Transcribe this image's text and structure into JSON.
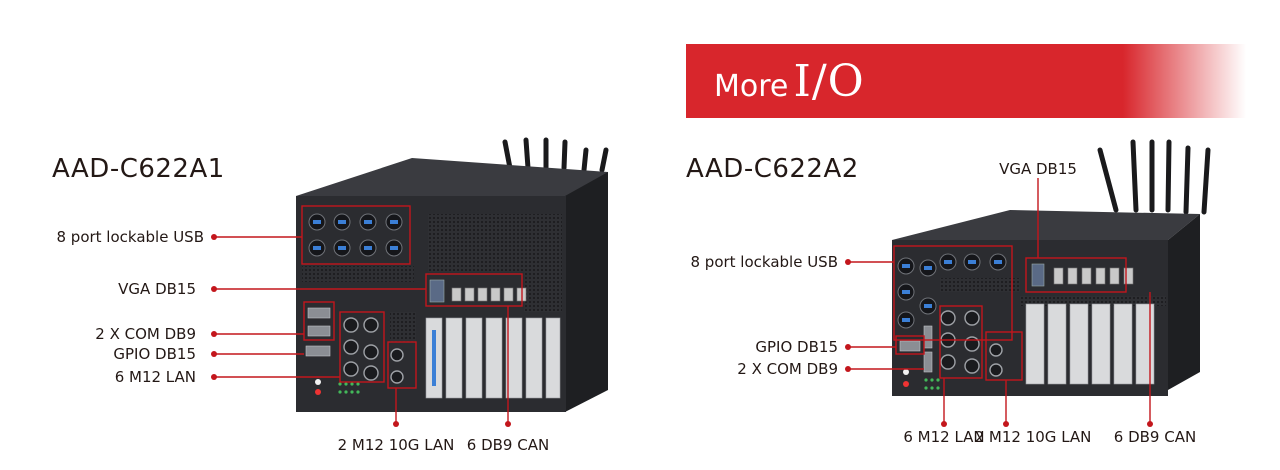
{
  "banner": {
    "word": "More",
    "io": "I/O",
    "color": "#d8262c"
  },
  "left": {
    "model": "AAD-C622A1",
    "labels": {
      "usb": "8 port lockable USB",
      "vga": "VGA DB15",
      "com": "2 X COM DB9",
      "gpio": "GPIO DB15",
      "lan": "6 M12 LAN",
      "lan10g": "2 M12 10G LAN",
      "can": "6 DB9 CAN"
    }
  },
  "right": {
    "model": "AAD-C622A2",
    "labels": {
      "vga": "VGA DB15",
      "usb": "8 port lockable USB",
      "gpio": "GPIO DB15",
      "com": "2 X COM DB9",
      "lan": "6 M12 LAN",
      "lan10g": "2 M12 10G LAN",
      "can": "6 DB9 CAN"
    }
  },
  "colors": {
    "callout": "#c3161c",
    "chassis": "#2b2c30",
    "chassis_side": "#1e1f22"
  }
}
